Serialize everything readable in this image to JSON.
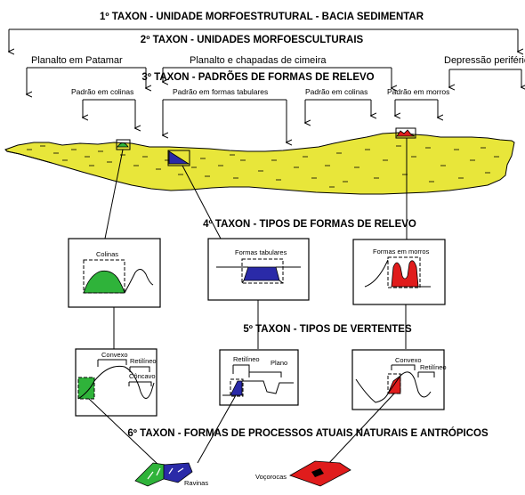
{
  "taxon1": {
    "label": "1º TAXON - UNIDADE MORFOESTRUTURAL - BACIA SEDIMENTAR"
  },
  "taxon2": {
    "label": "2º TAXON - UNIDADES MORFOESCULTURAIS",
    "units": [
      "Planalto em Patamar",
      "Planalto e chapadas de cimeira",
      "Depressão periférica"
    ]
  },
  "taxon3": {
    "label": "3º TAXON - PADRÕES DE FORMAS DE RELEVO",
    "patterns": [
      "Padrão em colinas",
      "Padrão em formas tabulares",
      "Padrão em colinas",
      "Padrão em morros"
    ]
  },
  "taxon4": {
    "label": "4º TAXON - TIPOS DE FORMAS DE RELEVO",
    "forms": [
      "Colinas",
      "Formas tabulares",
      "Formas em morros"
    ]
  },
  "taxon5": {
    "label": "5º TAXON - TIPOS DE VERTENTES",
    "slopes": {
      "convexo": "Convexo",
      "retilineo": "Retilíneo",
      "concavo": "Côncavo",
      "plano": "Plano"
    }
  },
  "taxon6": {
    "label": "6º TAXON - FORMAS DE PROCESSOS ATUAIS NATURAIS E ANTRÓPICOS",
    "processes": [
      "Ravinas",
      "Voçorocas"
    ]
  },
  "colors": {
    "plateau": "#e8e63a",
    "green": "#2fb33a",
    "blue": "#2a2aa8",
    "red": "#e01c1c"
  }
}
